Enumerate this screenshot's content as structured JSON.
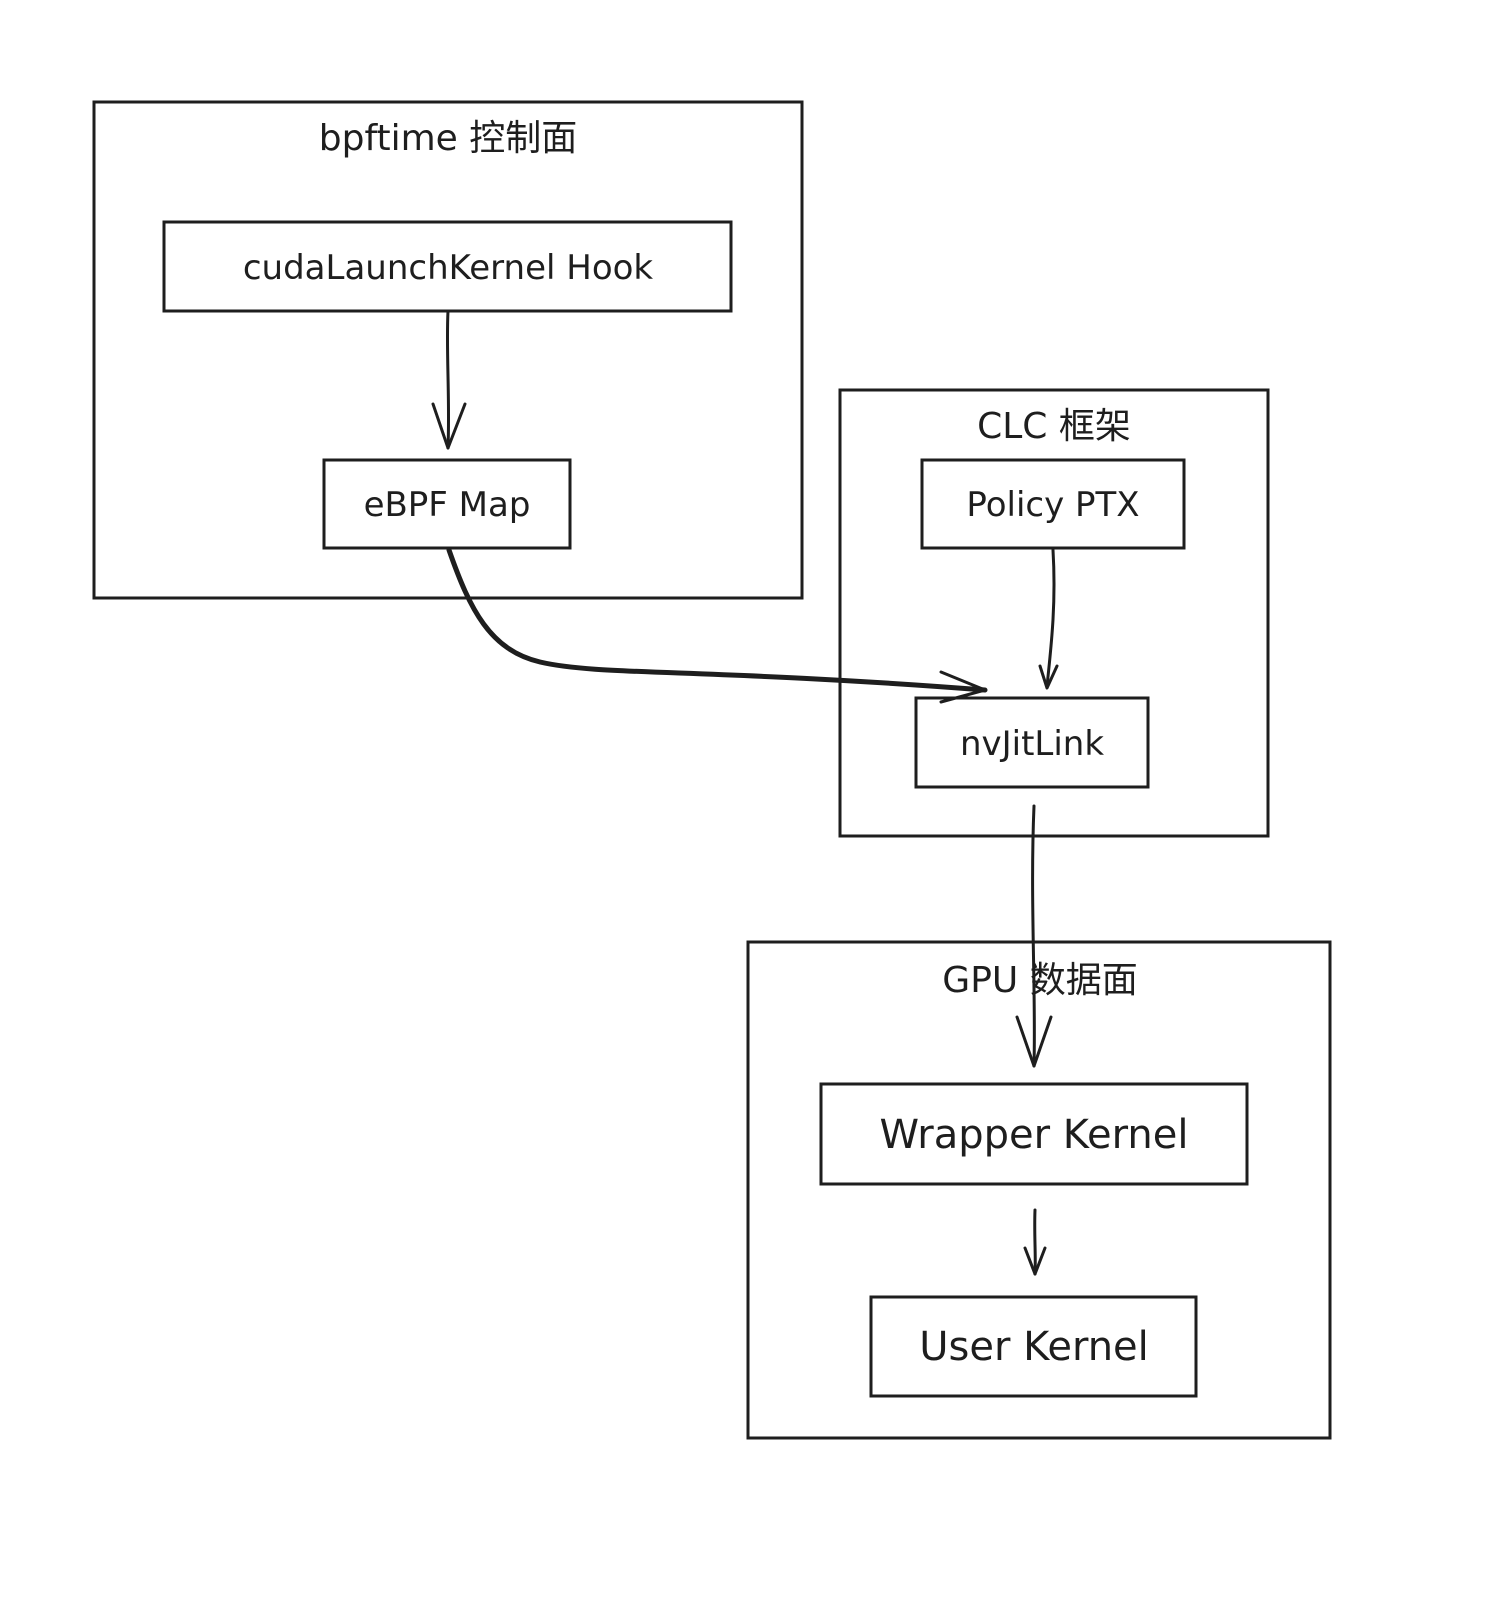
{
  "groups": {
    "control_plane": {
      "label": "bpftime 控制面"
    },
    "clc_framework": {
      "label": "CLC 框架"
    },
    "gpu_data_plane": {
      "label": "GPU 数据面"
    }
  },
  "nodes": {
    "hook": {
      "label": "cudaLaunchKernel Hook"
    },
    "ebpf_map": {
      "label": "eBPF Map"
    },
    "policy_ptx": {
      "label": "Policy PTX"
    },
    "nvjitlink": {
      "label": "nvJitLink"
    },
    "wrapper_kernel": {
      "label": "Wrapper Kernel"
    },
    "user_kernel": {
      "label": "User Kernel"
    }
  },
  "edges": [
    {
      "from": "cudaLaunchKernel Hook",
      "to": "eBPF Map"
    },
    {
      "from": "eBPF Map",
      "to": "nvJitLink"
    },
    {
      "from": "Policy PTX",
      "to": "nvJitLink"
    },
    {
      "from": "nvJitLink",
      "to": "Wrapper Kernel"
    },
    {
      "from": "Wrapper Kernel",
      "to": "User Kernel"
    }
  ],
  "colors": {
    "stroke": "#1e1e1e",
    "background": "#ffffff"
  }
}
